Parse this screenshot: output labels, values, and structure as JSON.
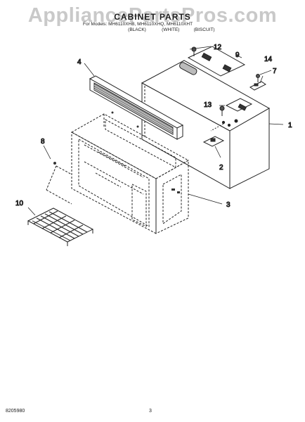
{
  "watermark": "AppliancePartsPros.com",
  "header": {
    "title": "CABINET PARTS",
    "models": "For Models: MH6110XHB, MH6110XHQ, MH6110XHT",
    "colors": [
      "(BLACK)",
      "(WHITE)",
      "(BISCUIT)"
    ]
  },
  "callouts": [
    {
      "id": "1",
      "label": "1"
    },
    {
      "id": "2",
      "label": "2"
    },
    {
      "id": "3",
      "label": "3"
    },
    {
      "id": "4",
      "label": "4"
    },
    {
      "id": "7",
      "label": "7"
    },
    {
      "id": "8",
      "label": "8"
    },
    {
      "id": "9",
      "label": "9"
    },
    {
      "id": "10",
      "label": "10"
    },
    {
      "id": "12",
      "label": "12"
    },
    {
      "id": "13",
      "label": "13"
    },
    {
      "id": "14",
      "label": "14"
    }
  ],
  "footer": {
    "doc_number": "8205980",
    "page": "3"
  }
}
